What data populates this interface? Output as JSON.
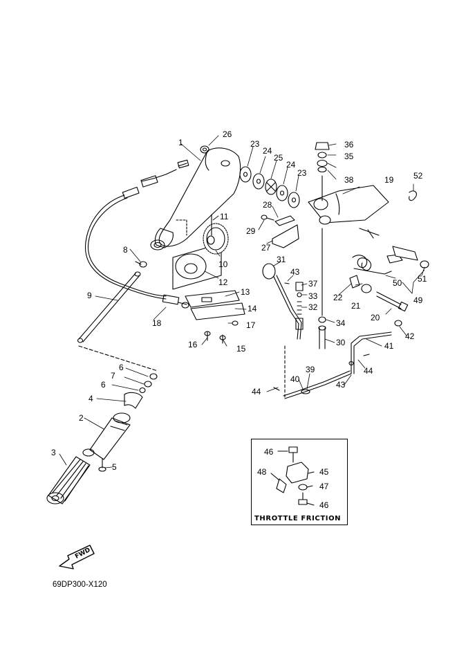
{
  "callouts": [
    "1",
    "2",
    "3",
    "4",
    "5",
    "6",
    "6",
    "7",
    "8",
    "9",
    "10",
    "11",
    "12",
    "13",
    "14",
    "15",
    "16",
    "17",
    "18",
    "19",
    "20",
    "21",
    "22",
    "23",
    "23",
    "24",
    "24",
    "25",
    "26",
    "27",
    "28",
    "29",
    "30",
    "31",
    "32",
    "33",
    "34",
    "35",
    "36",
    "37",
    "38",
    "39",
    "40",
    "41",
    "42",
    "43",
    "43",
    "43",
    "44",
    "44",
    "45",
    "46",
    "46",
    "47",
    "48",
    "49",
    "50",
    "51",
    "52"
  ],
  "inset_title": "THROTTLE  FRICTION",
  "direction_tag": "FWD",
  "diagram_code": "69DP300-X120"
}
